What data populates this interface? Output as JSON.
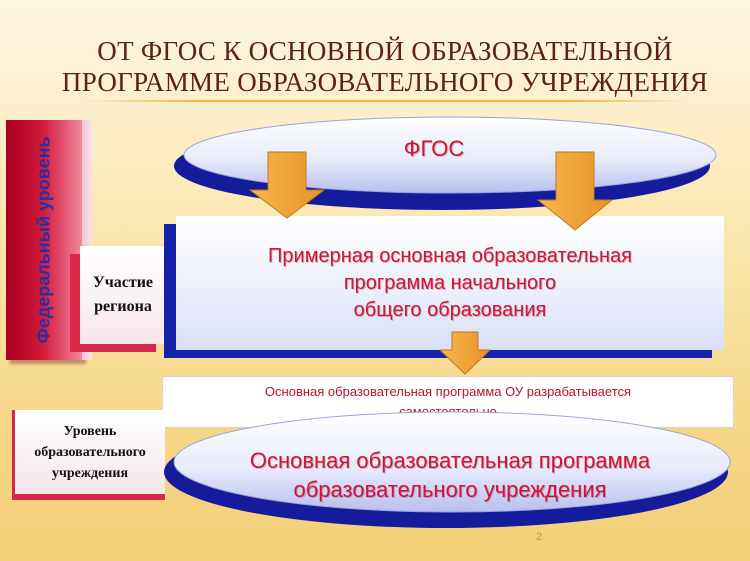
{
  "title": {
    "line1": "ОТ ФГОС К ОСНОВНОЙ ОБРАЗОВАТЕЛЬНОЙ",
    "line2": "ПРОГРАММЕ ОБРАЗОВАТЕЛЬНОГО УЧРЕЖДЕНИЯ"
  },
  "federal_level": "Федеральный уровень",
  "region": {
    "line1": "Участие",
    "line2": "региона"
  },
  "institution_level": {
    "line1": "Уровень",
    "line2": "образовательного",
    "line3": "учреждения"
  },
  "fgos": "ФГОС",
  "sample_program": {
    "line1": "Примерная основная образовательная",
    "line2": "программа  начального",
    "line3": "общего образования"
  },
  "note": {
    "line1": "Основная образовательная программа ОУ разрабатывается",
    "line2": "самостоятельно"
  },
  "institution_program": {
    "line1": "Основная образовательная программа",
    "line2": "образовательного учреждения"
  },
  "page_number": "2",
  "colors": {
    "title": "#5c2218",
    "accent_red": "#d01436",
    "accent_blue": "#1521a8",
    "arrow_orange": "#f0a030"
  }
}
